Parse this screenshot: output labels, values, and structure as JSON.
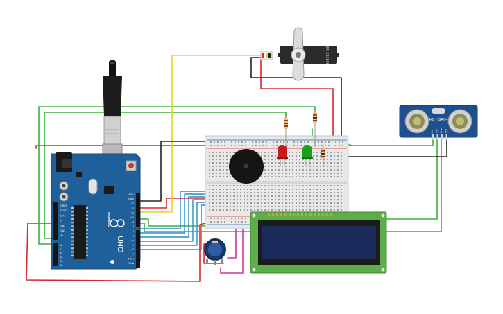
{
  "labels": {
    "servo_part": "SM-S2309S",
    "ultrasonic_part": "HC - SR04",
    "ultrasonic_pins": [
      "Vcc",
      "Trig",
      "Echo",
      "Gnd"
    ],
    "arduino_brand": "ARDUINO",
    "arduino_model": "UNO",
    "arduino_power_header": [
      "IOREF",
      "RESET",
      "3.3V",
      "5V",
      "GND",
      "GND",
      "Vin"
    ],
    "arduino_analog_header": [
      "A0",
      "A1",
      "A2",
      "A3",
      "A4",
      "A5"
    ],
    "arduino_digital_header": [
      "AREF",
      "GND",
      "13",
      "12",
      "~11",
      "~10",
      "~9",
      "8",
      "7",
      "~6",
      "~5",
      "4",
      "~3",
      "2",
      "TX▸1",
      "RX◂0"
    ]
  },
  "colors": {
    "wire_red": "#d9262c",
    "wire_black": "#222222",
    "wire_green": "#3dae3c",
    "wire_yellow": "#e8d21f",
    "wire_blue": "#2a8cc4",
    "wire_magenta": "#c33b9c",
    "arduino_board": "#1f5f9a",
    "lcd_pcb": "#5dae4a",
    "lcd_screen": "#1a2a5a",
    "sensor_board": "#1e4f8f",
    "breadboard": "#e6e6e6"
  },
  "icons": {
    "usb": "usb-cable-icon",
    "buzzer": "piezo-buzzer-icon",
    "potentiometer": "potentiometer-icon",
    "reset": "reset-button-icon"
  }
}
